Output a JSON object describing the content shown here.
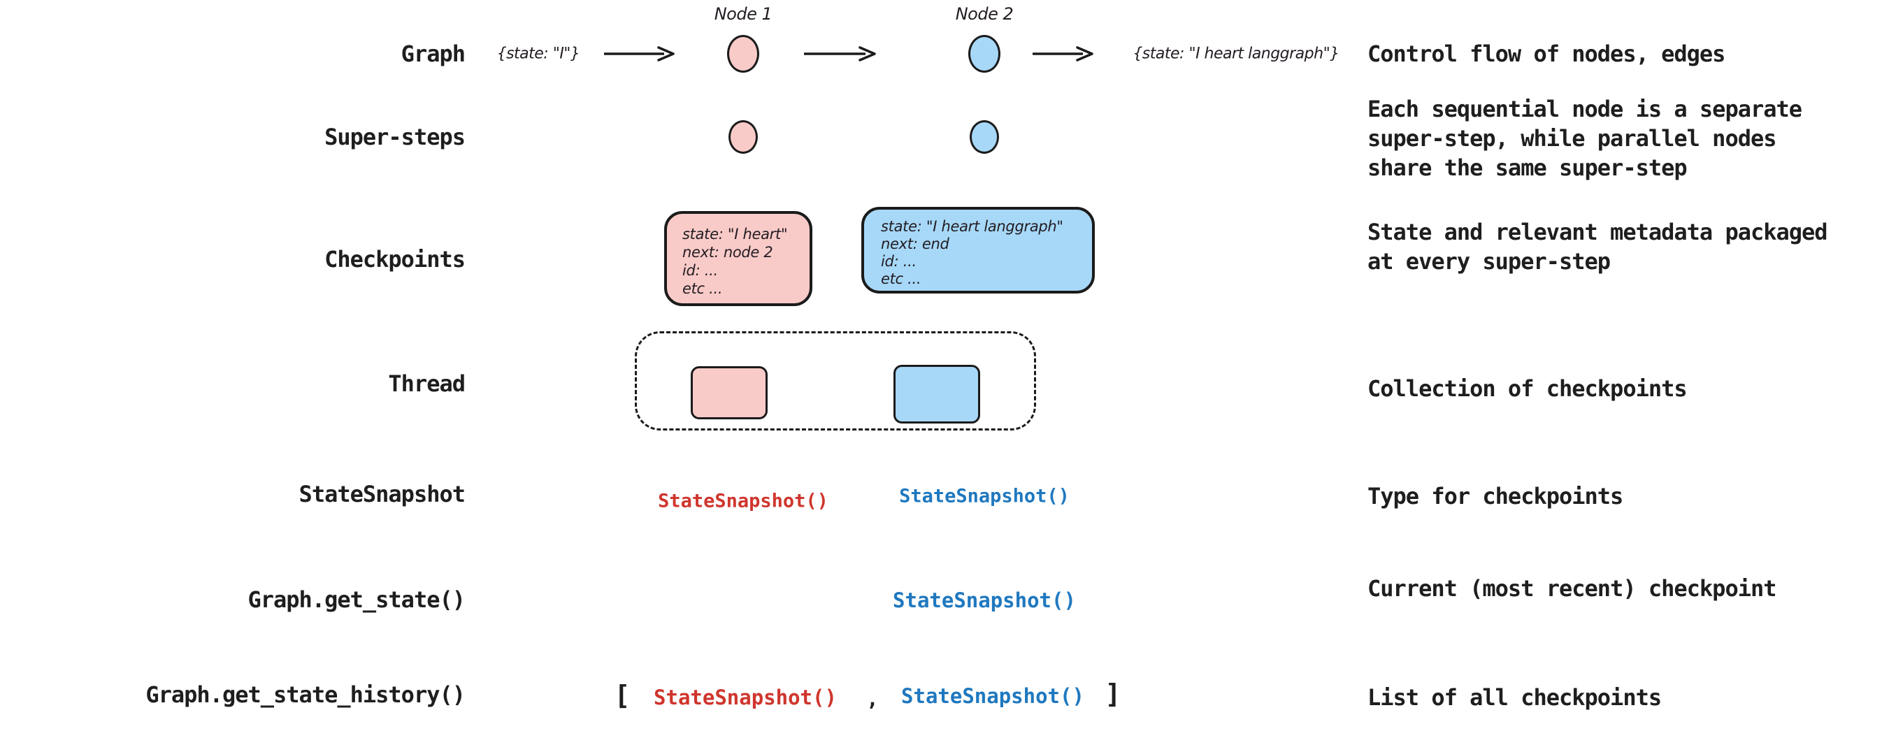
{
  "colors": {
    "node_pink": "#f9cbc8",
    "node_blue": "#a7d8f8",
    "ink": "#1b1b1b",
    "code_red": "#cf362d",
    "code_blue": "#1f78bf"
  },
  "graph_row": {
    "label": "Graph",
    "input_state": "{state: \"I\"}",
    "node1_label": "Node 1",
    "node2_label": "Node 2",
    "output_state": "{state: \"I heart langgraph\"}",
    "description": "Control flow of nodes, edges"
  },
  "supersteps_row": {
    "label": "Super-steps",
    "description": "Each sequential node is a separate\nsuper-step, while parallel nodes\nshare the same super-step"
  },
  "checkpoints_row": {
    "label": "Checkpoints",
    "checkpoint1_lines": [
      "state: \"I heart\"",
      "next: node 2",
      "id: ...",
      "etc ..."
    ],
    "checkpoint2_lines": [
      "state: \"I heart langgraph\"",
      "next: end",
      "id: ...",
      "etc ..."
    ],
    "description": "State and relevant metadata packaged\nat every super-step"
  },
  "thread_row": {
    "label": "Thread",
    "description": "Collection of checkpoints"
  },
  "statesnapshot_row": {
    "label": "StateSnapshot",
    "snapshot1": "StateSnapshot()",
    "snapshot2": "StateSnapshot()",
    "description": "Type for checkpoints"
  },
  "get_state_row": {
    "label": "Graph.get_state()",
    "snapshot": "StateSnapshot()",
    "description": "Current (most recent) checkpoint"
  },
  "get_state_history_row": {
    "label": "Graph.get_state_history()",
    "open_bracket": "[",
    "snapshot1": "StateSnapshot()",
    "comma": ",",
    "snapshot2": "StateSnapshot()",
    "close_bracket": "]",
    "description": "List of all checkpoints"
  }
}
